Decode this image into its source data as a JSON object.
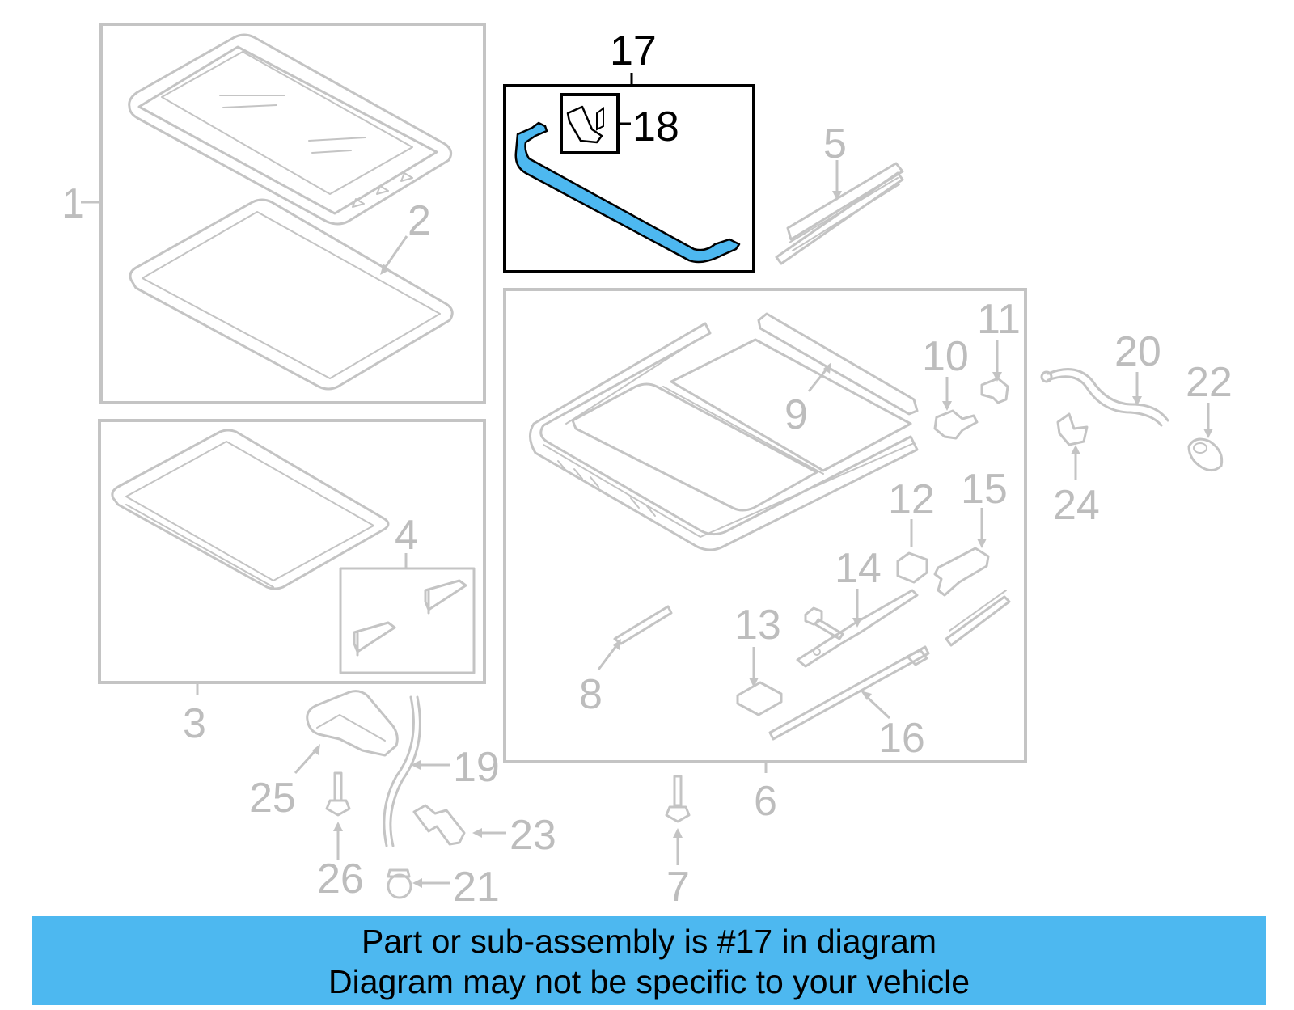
{
  "callouts": {
    "c1": "1",
    "c2": "2",
    "c3": "3",
    "c4": "4",
    "c5": "5",
    "c6": "6",
    "c7": "7",
    "c8": "8",
    "c9": "9",
    "c10": "10",
    "c11": "11",
    "c12": "12",
    "c13": "13",
    "c14": "14",
    "c15": "15",
    "c16": "16",
    "c17": "17",
    "c18": "18",
    "c19": "19",
    "c20": "20",
    "c21": "21",
    "c22": "22",
    "c23": "23",
    "c24": "24",
    "c25": "25",
    "c26": "26"
  },
  "highlighted_part": "17",
  "colors": {
    "highlight": "#4db8f0",
    "inactive_part": "#c4c4c4",
    "active_label": "#000000"
  },
  "banner": {
    "line1": "Part or sub-assembly is #17 in diagram",
    "line2": "Diagram may not be specific to your vehicle"
  }
}
